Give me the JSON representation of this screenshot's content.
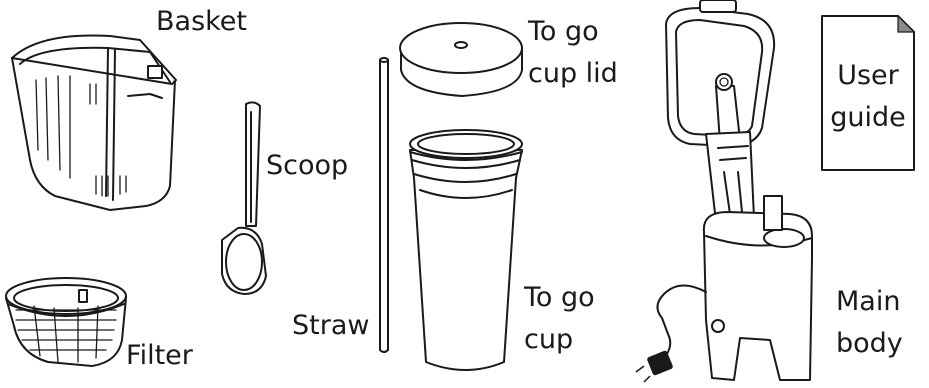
{
  "labels": {
    "basket": "Basket",
    "scoop": "Scoop",
    "filter": "Filter",
    "straw": "Straw",
    "lid_line1": "To go",
    "lid_line2": "cup lid",
    "cup_line1": "To go",
    "cup_line2": "cup",
    "guide_line1": "User",
    "guide_line2": "guide",
    "main_line1": "Main",
    "main_line2": "body"
  },
  "icons": [
    "basket-icon",
    "filter-icon",
    "scoop-icon",
    "straw-icon",
    "cup-lid-icon",
    "cup-icon",
    "main-body-icon",
    "user-guide-icon"
  ],
  "colors": {
    "line": "#1a1a1a",
    "background": "#ffffff",
    "page_fold": "#8a8a8a"
  }
}
